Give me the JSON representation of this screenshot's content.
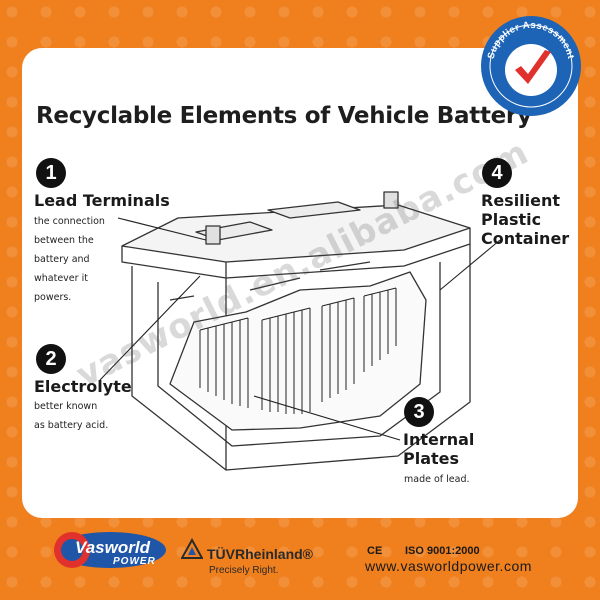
{
  "title": "Recyclable Elements of Vehicle Battery",
  "elements": [
    {
      "number": "1",
      "heading_lines": [
        "Lead Terminals"
      ],
      "description_lines": [
        "the connection",
        "between the",
        "battery and",
        "whatever it",
        "powers."
      ]
    },
    {
      "number": "2",
      "heading_lines": [
        "Electrolyte"
      ],
      "description_lines": [
        "better known",
        "as battery acid."
      ]
    },
    {
      "number": "3",
      "heading_lines": [
        "Internal",
        "Plates"
      ],
      "description_lines": [
        "made of lead."
      ]
    },
    {
      "number": "4",
      "heading_lines": [
        "Resilient",
        "Plastic",
        "Container"
      ],
      "description_lines": []
    }
  ],
  "badge": {
    "text": "Supplier Assessment"
  },
  "watermark": "vasworld.en.alibaba.com",
  "footer": {
    "brand_name": "Vasworld",
    "brand_sub": "POWER",
    "cert_name": "TÜVRheinland®",
    "cert_tagline": "Precisely Right.",
    "ce": "CE",
    "iso": "ISO 9001:2000",
    "website": "www.vasworldpower.com"
  },
  "colors": {
    "background": "#f07f1d",
    "panel": "#ffffff",
    "badge_blue": "#1d63b6",
    "check_red": "#e0312c",
    "brand_blue": "#1f56a8"
  }
}
